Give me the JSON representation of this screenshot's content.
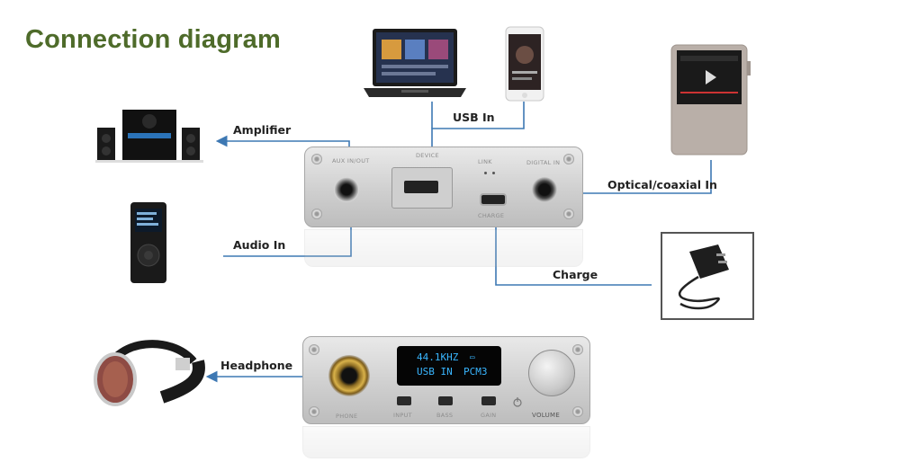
{
  "title": "Connection diagram",
  "labels": {
    "usb_in": "USB In",
    "amplifier": "Amplifier",
    "audio_in": "Audio In",
    "optical": "Optical/coaxial In",
    "charge": "Charge",
    "headphone": "Headphone"
  },
  "back_panel": {
    "aux_in_out": "AUX IN/OUT",
    "device": "DEVICE",
    "link": "LINK",
    "digital_in": "DIGITAL IN",
    "charge": "CHARGE"
  },
  "front_panel": {
    "display_line1": "44.1KHZ",
    "display_line2a": "USB IN",
    "display_line2b": "PCM3",
    "phone": "PHONE",
    "input": "INPUT",
    "bass": "BASS",
    "gain": "GAIN",
    "volume": "VOLUME"
  },
  "colors": {
    "arrow": "#3d78b3",
    "title": "#4e6b2a"
  }
}
